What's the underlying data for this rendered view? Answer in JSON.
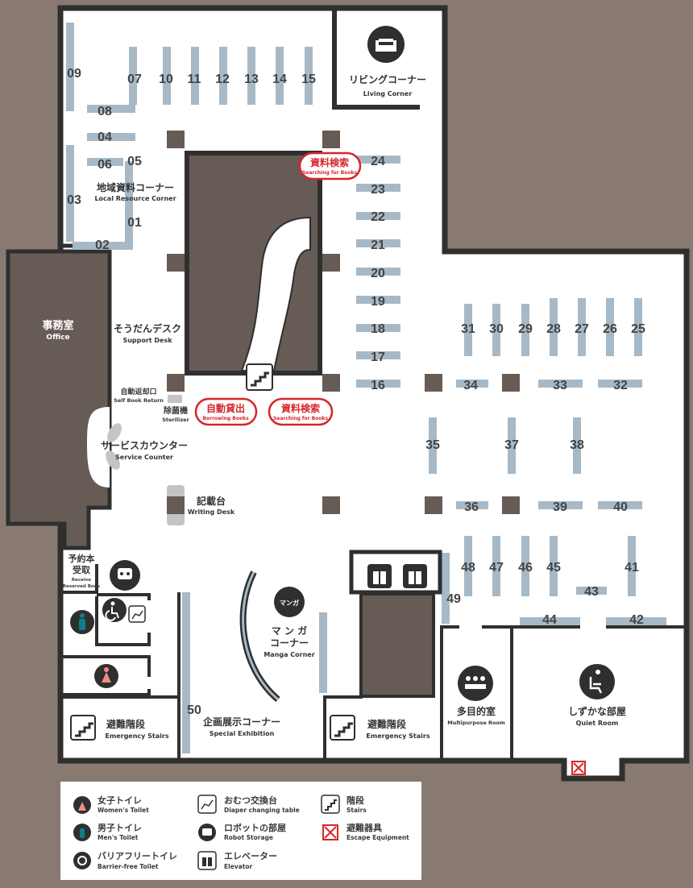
{
  "shelves": [
    "01",
    "02",
    "03",
    "04",
    "05",
    "06",
    "07",
    "08",
    "09",
    "10",
    "11",
    "12",
    "13",
    "14",
    "15",
    "16",
    "17",
    "18",
    "19",
    "20",
    "21",
    "22",
    "23",
    "24",
    "25",
    "26",
    "27",
    "28",
    "29",
    "30",
    "31",
    "32",
    "33",
    "34",
    "35",
    "36",
    "37",
    "38",
    "39",
    "40",
    "41",
    "42",
    "43",
    "44",
    "45",
    "46",
    "47",
    "48",
    "49",
    "50"
  ],
  "areas": {
    "living": {
      "jp": "リビングコーナー",
      "en": "Living Corner"
    },
    "local": {
      "jp": "地域資料コーナー",
      "en": "Local Resource Corner"
    },
    "office": {
      "jp": "事務室",
      "en": "Office"
    },
    "support": {
      "jp": "そうだんデスク",
      "en": "Support Desk"
    },
    "self_return": {
      "jp": "自動返却口",
      "en": "Self Book Return"
    },
    "sterilizer": {
      "jp": "除菌機",
      "en": "Sterilizer"
    },
    "service": {
      "jp": "サービスカウンター",
      "en": "Service Counter"
    },
    "writing": {
      "jp": "記載台",
      "en": "Writing Desk"
    },
    "reserved": {
      "jp1": "予約本",
      "jp2": "受取",
      "en1": "Receive",
      "en2": "Reserved Book"
    },
    "manga_icon": "マンガ",
    "manga": {
      "jp1": "マ ン ガ",
      "jp2": "コーナー",
      "en": "Manga Corner"
    },
    "exhibition": {
      "jp": "企画展示コーナー",
      "en": "Special Exhibition"
    },
    "stairs_left": {
      "jp": "避難階段",
      "en": "Emergency Stairs"
    },
    "stairs_mid": {
      "jp": "避難階段",
      "en": "Emergency Stairs"
    },
    "multipurpose": {
      "jp": "多目的室",
      "en": "Multipurpose Room"
    },
    "quiet": {
      "jp": "しずかな部屋",
      "en": "Quiet Room"
    }
  },
  "badges": {
    "search_top": {
      "jp": "資料検索",
      "en": "Searching for Books"
    },
    "borrow": {
      "jp": "自動貸出",
      "en": "Borrowing Books"
    },
    "search_bottom": {
      "jp": "資料検索",
      "en": "Searching for Books"
    }
  },
  "legend": [
    {
      "icon": "womens-toilet-icon",
      "jp": "女子トイレ",
      "en": "Women's Toilet"
    },
    {
      "icon": "mens-toilet-icon",
      "jp": "男子トイレ",
      "en": "Men's Toilet"
    },
    {
      "icon": "barrier-free-toilet-icon",
      "jp": "バリアフリートイレ",
      "en": "Barrier-free Toilet"
    },
    {
      "icon": "diaper-table-icon",
      "jp": "おむつ交換台",
      "en": "Diaper changing table"
    },
    {
      "icon": "robot-icon",
      "jp": "ロボットの部屋",
      "en": "Robot Storage"
    },
    {
      "icon": "elevator-icon",
      "jp": "エレベーター",
      "en": "Elevator"
    },
    {
      "icon": "stairs-icon",
      "jp": "階段",
      "en": "Stairs"
    },
    {
      "icon": "escape-equipment-icon",
      "jp": "避難器具",
      "en": "Escape Equipment"
    }
  ],
  "colors": {
    "background": "#887a70",
    "wall": "#2f2f2f",
    "shelf": "#a7b9c6",
    "pillar": "#675b55",
    "alert": "#d6262b"
  }
}
